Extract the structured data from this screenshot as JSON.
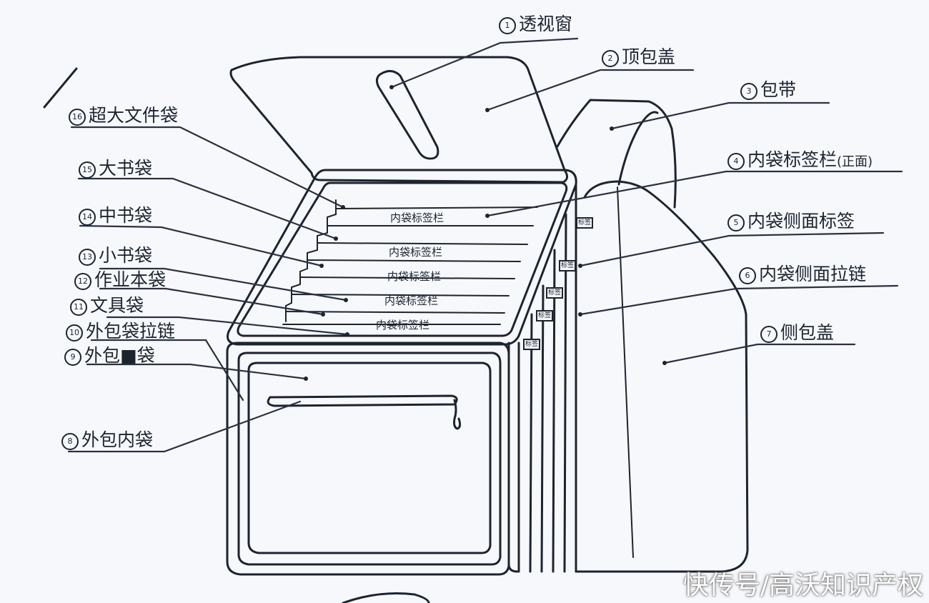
{
  "labels": [
    {
      "num": "1",
      "text": "透视窗"
    },
    {
      "num": "2",
      "text": "顶包盖"
    },
    {
      "num": "3",
      "text": "包带"
    },
    {
      "num": "4",
      "text": "内袋标签栏",
      "suffix": "(正面)"
    },
    {
      "num": "5",
      "text": "内袋侧面标签"
    },
    {
      "num": "6",
      "text": "内袋侧面拉链"
    },
    {
      "num": "7",
      "text": "侧包盖"
    },
    {
      "num": "8",
      "text": "外包内袋"
    },
    {
      "num": "9",
      "text": "外包■袋"
    },
    {
      "num": "10",
      "text": "外包袋拉链"
    },
    {
      "num": "11",
      "text": "文具袋"
    },
    {
      "num": "12",
      "text": "作业本袋"
    },
    {
      "num": "13",
      "text": "小书袋"
    },
    {
      "num": "14",
      "text": "中书袋"
    },
    {
      "num": "15",
      "text": "大书袋"
    },
    {
      "num": "16",
      "text": "超大文件袋"
    }
  ],
  "inner_labels": [
    "内袋标签栏",
    "内袋标签栏",
    "内袋标签栏",
    "内袋标签栏",
    "内袋标签栏"
  ],
  "side_tags": [
    "标签",
    "标签",
    "标签",
    "标签",
    "标签"
  ],
  "watermark": "快传号/高沃知识产权",
  "colors": {
    "ink": "#1c2430",
    "paper": "#f7f8fb"
  }
}
